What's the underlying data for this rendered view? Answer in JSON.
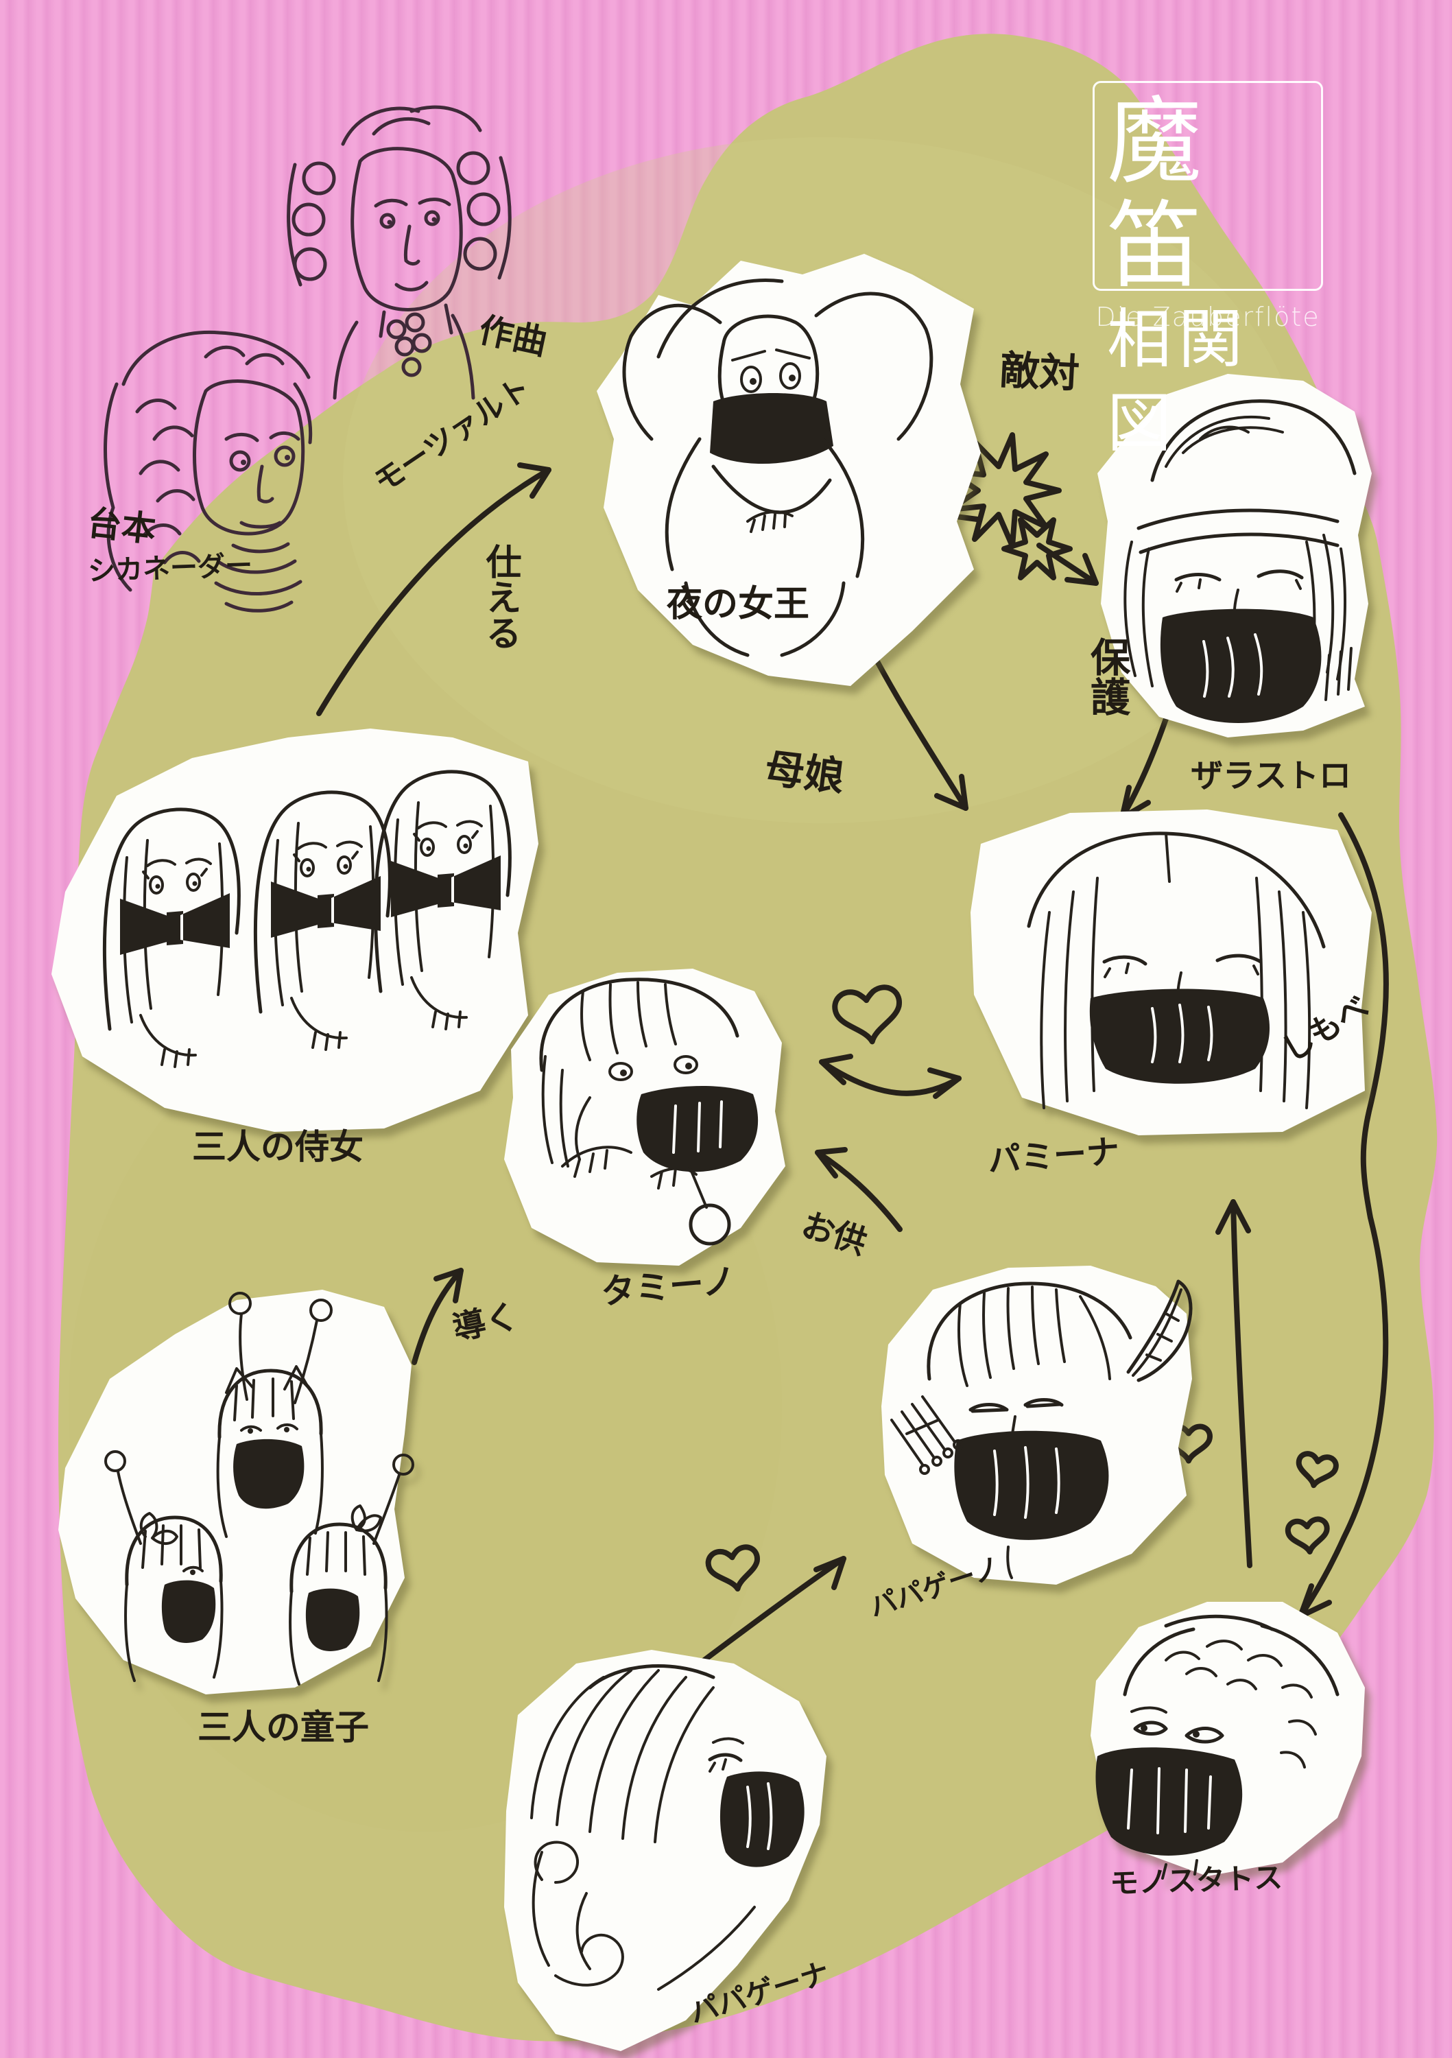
{
  "title": {
    "main_line1": "魔笛",
    "main_line2": "相関図",
    "subtitle": "Die Zauberflöte"
  },
  "credits": {
    "composer_role": "作曲",
    "composer_name": "モーツァルト",
    "librettist_role": "台本",
    "librettist_name": "シカネーダー"
  },
  "characters": {
    "queen_of_the_night": "夜の女王",
    "sarastro": "ザラストロ",
    "three_ladies": "三人の侍女",
    "tamino": "タミーノ",
    "pamina": "パミーナ",
    "three_boys": "三人の童子",
    "papageno": "パパゲーノ",
    "papagena": "パパゲーナ",
    "monostatos": "モノスタトス"
  },
  "relationships": {
    "hostility": "敵対",
    "protection": "保護",
    "serve": "仕える",
    "mother_daughter": "母娘",
    "guide": "導く",
    "companion": "お供",
    "servant": "しもべ"
  },
  "icons": {
    "love": "heart-icon",
    "conflict": "clash-starburst-icon"
  },
  "colors": {
    "background_pink": "#f3a7da",
    "background_pink_stripe": "#eb98d1",
    "blob_olive": "#c8c37d",
    "ink": "#26221c",
    "portrait_ink": "#3e2a38",
    "sticker_white": "#fdfdfa",
    "title_white": "#ffffff"
  }
}
